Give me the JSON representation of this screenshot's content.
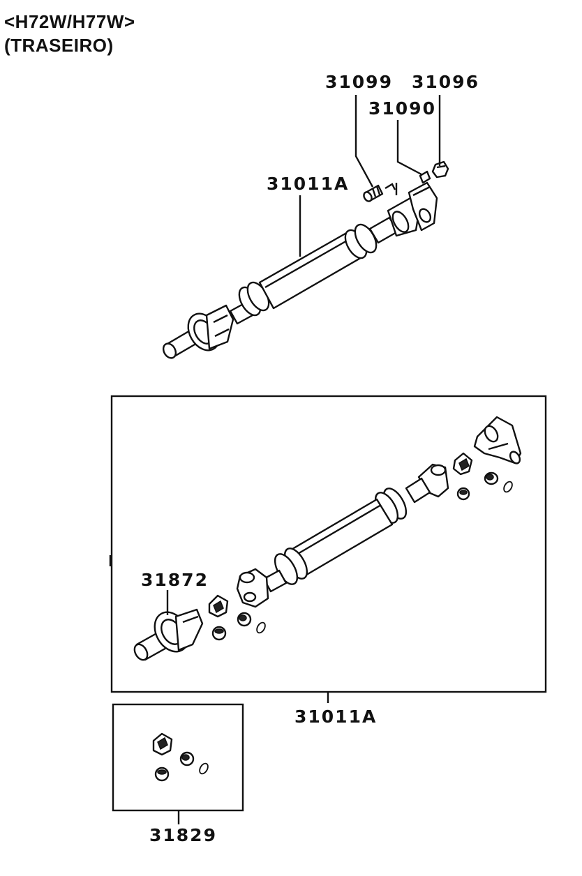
{
  "header": {
    "model": "<H72W/H77W>",
    "position": "(TRASEIRO)"
  },
  "callouts": {
    "bolt": "31099",
    "nut": "31096",
    "washer": "31090",
    "shaft_assembly_top": "31011A",
    "center_bearing": "31872",
    "shaft_assembly_box": "31011A",
    "joint_kit": "31829"
  },
  "colors": {
    "line": "#111111",
    "background": "#ffffff"
  }
}
